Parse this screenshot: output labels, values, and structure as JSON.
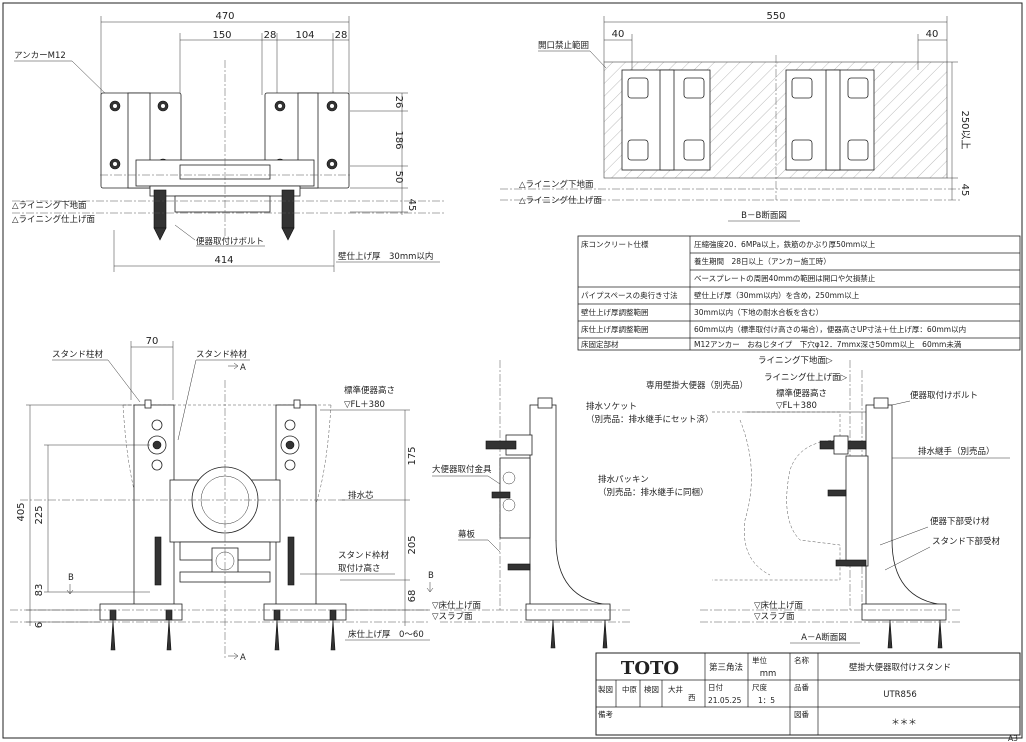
{
  "top_view": {
    "dim_total_width": "470",
    "dim_150": "150",
    "dim_28a": "28",
    "dim_104": "104",
    "dim_28b": "28",
    "dim_26": "26",
    "dim_186": "186",
    "dim_50": "50",
    "dim_45": "45",
    "dim_414": "414",
    "anchor_label": "アンカーM12",
    "bolt_label": "便器取付けボルト",
    "wall_finish_label": "壁仕上げ厚　30mm以内",
    "lining_bottom": "△ライニング下地面",
    "lining_finish": "△ライニング仕上げ面"
  },
  "section_b": {
    "dim_550": "550",
    "dim_40a": "40",
    "dim_40b": "40",
    "dim_250": "250以上",
    "dim_45": "45",
    "opening_label": "開口禁止範囲",
    "lining_bottom": "△ライニング下地面",
    "lining_finish": "△ライニング仕上げ面",
    "title": "B－B断面図"
  },
  "spec_table": {
    "rows": [
      {
        "label": "床コンクリート仕様",
        "values": [
          "圧縮強度20．6MPa以上，鉄筋のかぶり厚50mm以上",
          "養生期間　28日以上（アンカー施工時）",
          "ベースプレートの周囲40mmの範囲は開口や欠損禁止"
        ]
      },
      {
        "label": "パイプスペースの奥行き寸法",
        "values": [
          "壁仕上げ厚（30mm以内）を含め，250mm以上"
        ]
      },
      {
        "label": "壁仕上げ厚調整範囲",
        "values": [
          "30mm以内（下地の耐水合板を含む）"
        ]
      },
      {
        "label": "床仕上げ厚調整範囲",
        "values": [
          "60mm以内（標準取付け高さの場合），便器高さUP寸法＋仕上げ厚：60mm以内"
        ]
      },
      {
        "label": "床固定部材",
        "values": [
          "M12アンカー　おねじタイプ　下穴φ12．7mmx深さ50mm以上　60mm未満"
        ]
      }
    ]
  },
  "front_view": {
    "dim_70": "70",
    "dim_405": "405",
    "dim_225": "225",
    "dim_83": "83",
    "dim_6": "6",
    "dim_175": "175",
    "dim_205": "205",
    "dim_68": "68",
    "label_stand_post": "スタンド柱材",
    "label_stand_frame": "スタンド枠材",
    "label_height_title": "標準便器高さ",
    "label_height_value": "▽FL＋380",
    "label_drain_center": "排水芯",
    "label_frame_height": "スタンド枠材",
    "label_frame_height2": "取付け高さ",
    "label_floor_finish": "▽床仕上げ面",
    "label_slab": "▽スラブ面",
    "label_floor_thick": "床仕上げ厚　0～60",
    "mark_a": "A",
    "mark_b": "B"
  },
  "side_view": {
    "label_metal": "大便器取付金具",
    "label_socket": "排水ソケット",
    "label_socket2": "（別売品：排水継手にセット済）",
    "label_packing": "排水パッキン",
    "label_packing2": "（別売品：排水継手に同梱）",
    "label_baseboard": "幕板"
  },
  "section_a": {
    "lining_bottom": "ライニング下地面▷",
    "lining_finish": "ライニング仕上げ面▷",
    "label_toilet": "専用壁掛大便器（別売品）",
    "label_height_title": "標準便器高さ",
    "label_height_value": "▽FL＋380",
    "label_bolt": "便器取付けボルト",
    "label_drain_joint": "排水継手（別売品）",
    "label_lower_receiver": "便器下部受け材",
    "label_stand_lower": "スタンド下部受材",
    "label_floor_finish": "▽床仕上げ面",
    "label_slab": "▽スラブ面",
    "title": "A－A断面図"
  },
  "title_block": {
    "brand": "TOTO",
    "projection": "第三角法",
    "unit_label": "単位",
    "unit": "mm",
    "name_label": "名称",
    "name": "壁掛大便器取付けスタンド",
    "drawn_label": "製図",
    "drawn": "中原",
    "checked_label": "検図",
    "checked": "大井",
    "approved": "西",
    "date_label": "日付",
    "date": "21.05.25",
    "scale_label": "尺度",
    "scale": "1：5",
    "product_label": "品番",
    "product": "UTR856",
    "remarks_label": "備考",
    "drawing_no_label": "図番",
    "drawing_no": "＊＊＊",
    "sheet_size": "A3"
  }
}
